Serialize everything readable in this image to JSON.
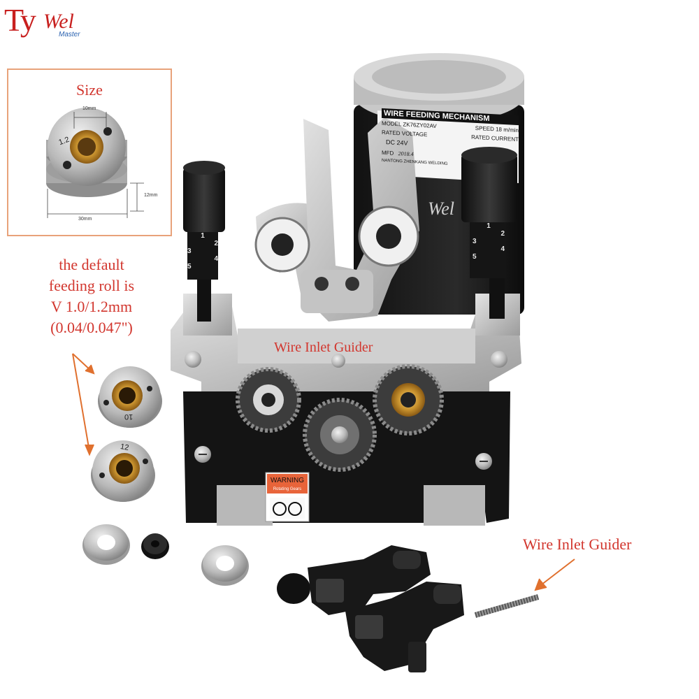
{
  "logo": {
    "brand_ty": "Ty",
    "brand_wel": "Wel",
    "tagline": "Master"
  },
  "size_panel": {
    "title": "Size",
    "dim_width": "10mm",
    "dim_height": "12mm",
    "dim_diameter": "30mm",
    "roll_mark": "1.2"
  },
  "default_roll_note": {
    "line1": "the default",
    "line2": "feeding roll is",
    "line3": "V 1.0/1.2mm",
    "line4": "(0.04/0.047\")"
  },
  "rolls": {
    "roll_a_mark": "10",
    "roll_b_mark": "12"
  },
  "motor_label": {
    "heading": "WIRE FEEDING MECHANISM",
    "model": "MODEL  ZK76ZY02AV",
    "speed": "SPEED 18 m/min",
    "rated_voltage": "RATED  VOLTAGE",
    "rated_current": "RATED CURRENT",
    "voltage_value": "DC  24V",
    "mfd": "MFD",
    "mfd_value": "2018.4",
    "maker": "NANTONG ZHENKANG WELDING",
    "brand": "Wel"
  },
  "knob_scale": [
    "1",
    "2",
    "3",
    "4",
    "5"
  ],
  "warning_sign": {
    "title": "WARNING",
    "subtitle": "Rotating Gears"
  },
  "annotations": {
    "inlet_on_machine": "Wire Inlet Guider",
    "inlet_part": "Wire Inlet Guider"
  },
  "colors": {
    "accent_red": "#d2362e",
    "frame_border": "#e8a27a",
    "logo_red": "#c8201f",
    "logo_blue": "#2a62b0",
    "warning_orange": "#e8643a"
  }
}
